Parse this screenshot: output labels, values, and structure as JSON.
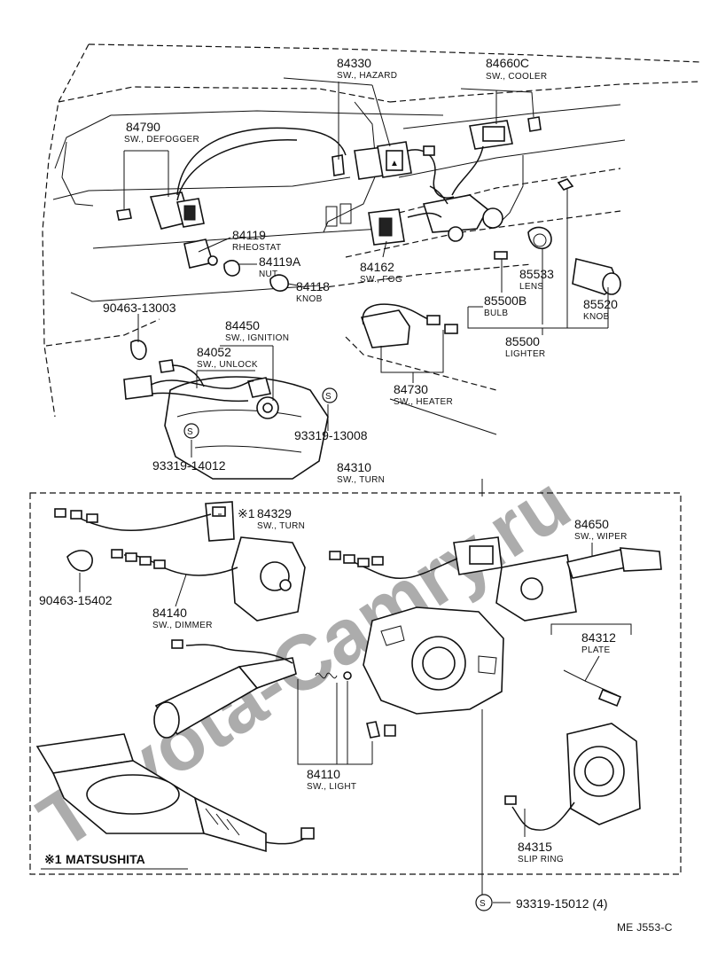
{
  "watermark": "Toyota-Camry.ru",
  "footer_code": "ME  J553-C",
  "maker_note_mark": "※1",
  "maker_note_label": "MATSUSHITA",
  "screw_symbol": "S",
  "parts": {
    "p84330": {
      "number": "84330",
      "name": "SW., HAZARD"
    },
    "p84660C": {
      "number": "84660C",
      "name": "SW., COOLER"
    },
    "p84790": {
      "number": "84790",
      "name": "SW., DEFOGGER"
    },
    "p84119": {
      "number": "84119",
      "name": "RHEOSTAT"
    },
    "p84119A": {
      "number": "84119A",
      "name": "NUT"
    },
    "p84118": {
      "number": "84118",
      "name": "KNOB"
    },
    "p84162": {
      "number": "84162",
      "name": "SW., FOG"
    },
    "p85533": {
      "number": "85533",
      "name": "LENS"
    },
    "p85500B": {
      "number": "85500B",
      "name": "BULB"
    },
    "p85520": {
      "number": "85520",
      "name": "KNOB"
    },
    "p85500": {
      "number": "85500",
      "name": "LIGHTER"
    },
    "p90463_13003": {
      "number": "90463-13003",
      "name": ""
    },
    "p84450": {
      "number": "84450",
      "name": "SW., IGNITION"
    },
    "p84052": {
      "number": "84052",
      "name": "SW., UNLOCK"
    },
    "p84730": {
      "number": "84730",
      "name": "SW., HEATER"
    },
    "p93319_13008": {
      "number": "93319-13008",
      "name": ""
    },
    "p93319_14012": {
      "number": "93319-14012",
      "name": ""
    },
    "p84310": {
      "number": "84310",
      "name": "SW., TURN"
    },
    "p84329": {
      "number": "84329",
      "name": "SW., TURN",
      "mark": "※1"
    },
    "p84650": {
      "number": "84650",
      "name": "SW., WIPER"
    },
    "p90463_15402": {
      "number": "90463-15402",
      "name": ""
    },
    "p84140": {
      "number": "84140",
      "name": "SW., DIMMER"
    },
    "p84312": {
      "number": "84312",
      "name": "PLATE"
    },
    "p84110": {
      "number": "84110",
      "name": "SW., LIGHT"
    },
    "p84315": {
      "number": "84315",
      "name": "SLIP RING"
    },
    "p93319_15012": {
      "number": "93319-15012 (4)",
      "name": ""
    }
  }
}
